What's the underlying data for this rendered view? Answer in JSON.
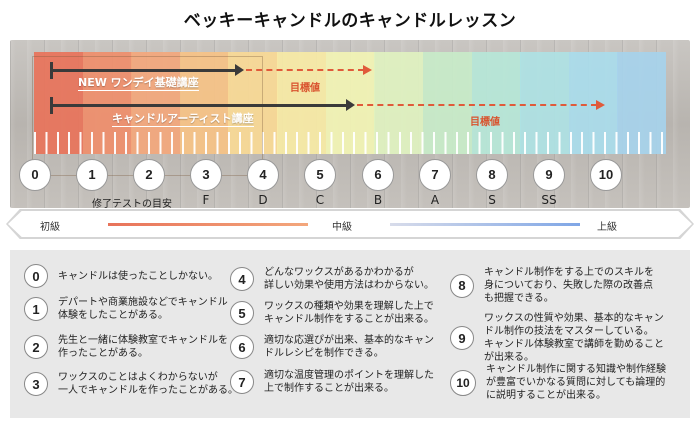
{
  "title": "ベッキーキャンドルのキャンドルレッスン",
  "courses": [
    {
      "label": "NEW ワンデイ基礎講座",
      "goal": "目標値"
    },
    {
      "label": "キャンドルアーティスト講座",
      "goal": "目標値"
    }
  ],
  "levels": [
    "0",
    "1",
    "2",
    "3",
    "4",
    "5",
    "6",
    "7",
    "8",
    "9",
    "10"
  ],
  "ranks": [
    "F",
    "D",
    "C",
    "B",
    "A",
    "S",
    "SS"
  ],
  "test_label": "修了テストの目安",
  "level_bar": {
    "beginner": "初級",
    "intermediate": "中級",
    "advanced": "上級"
  },
  "colors": {
    "bands": [
      "#e8735a",
      "#ef8e6b",
      "#f3a77c",
      "#f6c286",
      "#f8d995",
      "#f7eaa5",
      "#f2f4b4",
      "#dff2c0",
      "#c8ecc9",
      "#b6e7d8",
      "#aee2e4",
      "#a9dcec",
      "#a6d3ec"
    ],
    "goal": "#d9532e"
  },
  "descriptions": [
    {
      "num": "0",
      "text": "キャンドルは使ったことしかない。"
    },
    {
      "num": "1",
      "text": "デパートや商業施設などでキャンドル\n体験をしたことがある。"
    },
    {
      "num": "2",
      "text": "先生と一緒に体験教室でキャンドルを\n作ったことがある。"
    },
    {
      "num": "3",
      "text": "ワックスのことはよくわからないが\n一人でキャンドルを作ったことがある。"
    },
    {
      "num": "4",
      "text": "どんなワックスがあるかわかるが\n詳しい効果や使用方法はわからない。"
    },
    {
      "num": "5",
      "text": "ワックスの種類や効果を理解した上で\nキャンドル制作をすることが出来る。"
    },
    {
      "num": "6",
      "text": "適切な応選ぴが出来、基本的なキャン\nドルレシピを制作できる。"
    },
    {
      "num": "7",
      "text": "適切な温度管理のポイントを理解した\n上で制作することが出来る。"
    },
    {
      "num": "8",
      "text": "キャンドル制作をする上でのスキルを\n身についており、失敗した際の改善点\nも把握できる。"
    },
    {
      "num": "9",
      "text": "ワックスの性質や効果、基本的なキャン\nドル制作の技法をマスターしている。\nキャンドル体験教室で講師を勤めること\nが出来る。"
    },
    {
      "num": "10",
      "text": "キャンドル制作に関する知識や制作経験\nが豊富でいかなる質問に対しても論理的\nに説明することが出来る。"
    }
  ]
}
